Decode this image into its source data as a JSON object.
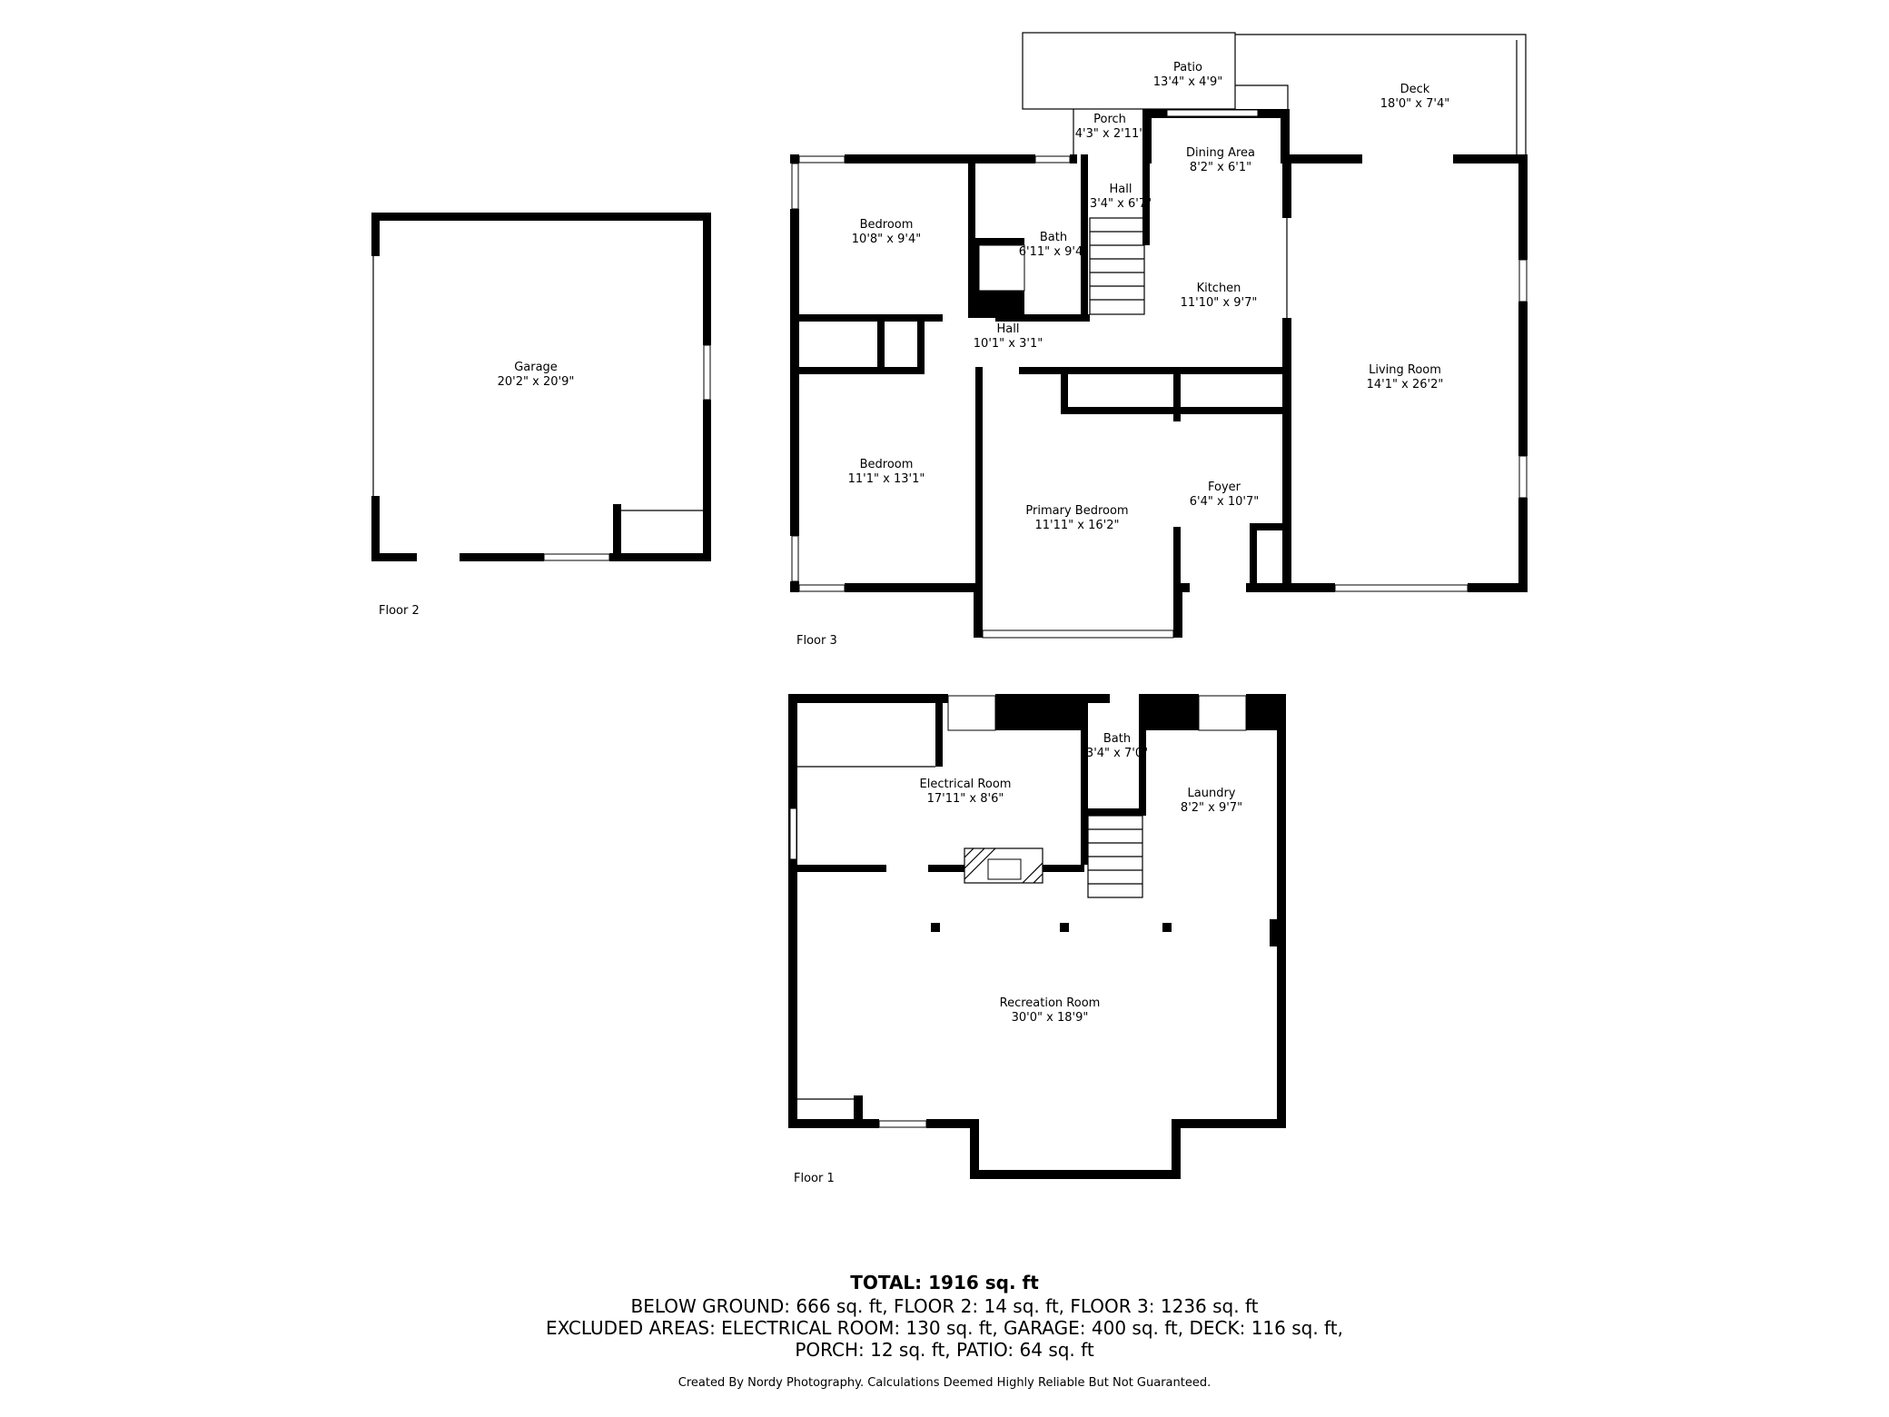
{
  "floors": [
    {
      "id": "floor2",
      "label": "Floor 2"
    },
    {
      "id": "floor3",
      "label": "Floor 3"
    },
    {
      "id": "floor1",
      "label": "Floor 1"
    }
  ],
  "rooms": {
    "garage": {
      "name": "Garage",
      "dims": "20'2\" x 20'9\""
    },
    "patio": {
      "name": "Patio",
      "dims": "13'4\" x 4'9\""
    },
    "deck": {
      "name": "Deck",
      "dims": "18'0\" x 7'4\""
    },
    "porch": {
      "name": "Porch",
      "dims": "4'3\" x 2'11\""
    },
    "dining": {
      "name": "Dining Area",
      "dims": "8'2\" x 6'1\""
    },
    "hall_upper": {
      "name": "Hall",
      "dims": "3'4\" x 6'7\""
    },
    "bedroom1": {
      "name": "Bedroom",
      "dims": "10'8\" x 9'4\""
    },
    "bath_upper": {
      "name": "Bath",
      "dims": "6'11\" x 9'4\""
    },
    "kitchen": {
      "name": "Kitchen",
      "dims": "11'10\" x 9'7\""
    },
    "hall_lower": {
      "name": "Hall",
      "dims": "10'1\" x 3'1\""
    },
    "living": {
      "name": "Living Room",
      "dims": "14'1\" x 26'2\""
    },
    "bedroom2": {
      "name": "Bedroom",
      "dims": "11'1\" x 13'1\""
    },
    "primary": {
      "name": "Primary Bedroom",
      "dims": "11'11\" x 16'2\""
    },
    "foyer": {
      "name": "Foyer",
      "dims": "6'4\" x 10'7\""
    },
    "bath_basement": {
      "name": "Bath",
      "dims": "3'4\" x 7'0\""
    },
    "electrical": {
      "name": "Electrical Room",
      "dims": "17'11\" x 8'6\""
    },
    "laundry": {
      "name": "Laundry",
      "dims": "8'2\" x 9'7\""
    },
    "recreation": {
      "name": "Recreation Room",
      "dims": "30'0\" x 18'9\""
    }
  },
  "summary": {
    "total": "TOTAL: 1916 sq. ft",
    "line1": "BELOW GROUND: 666 sq. ft, FLOOR 2: 14 sq. ft, FLOOR 3: 1236 sq. ft",
    "line2": "EXCLUDED AREAS: ELECTRICAL ROOM: 130 sq. ft, GARAGE: 400 sq. ft, DECK: 116 sq. ft,",
    "line3": "PORCH: 12 sq. ft, PATIO: 64 sq. ft",
    "credit": "Created By Nordy Photography. Calculations Deemed Highly Reliable But Not Guaranteed."
  }
}
